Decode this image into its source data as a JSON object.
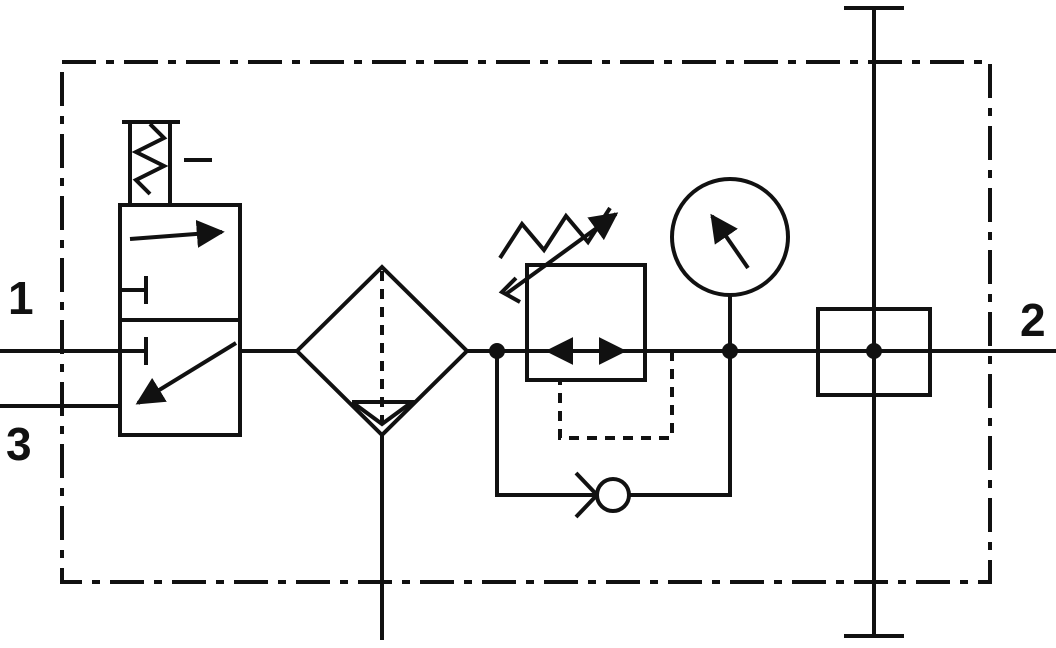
{
  "diagram": {
    "type": "pneumatic-circuit",
    "ports": {
      "p1": "1",
      "p2": "2",
      "p3": "3"
    },
    "colors": {
      "line": "#111111",
      "background": "#ffffff"
    },
    "components": [
      "shut-off-valve-3-2",
      "filter-water-separator",
      "pressure-regulator-adjustable",
      "bypass-check-valve",
      "pressure-gauge",
      "outlet-branch-block"
    ]
  }
}
